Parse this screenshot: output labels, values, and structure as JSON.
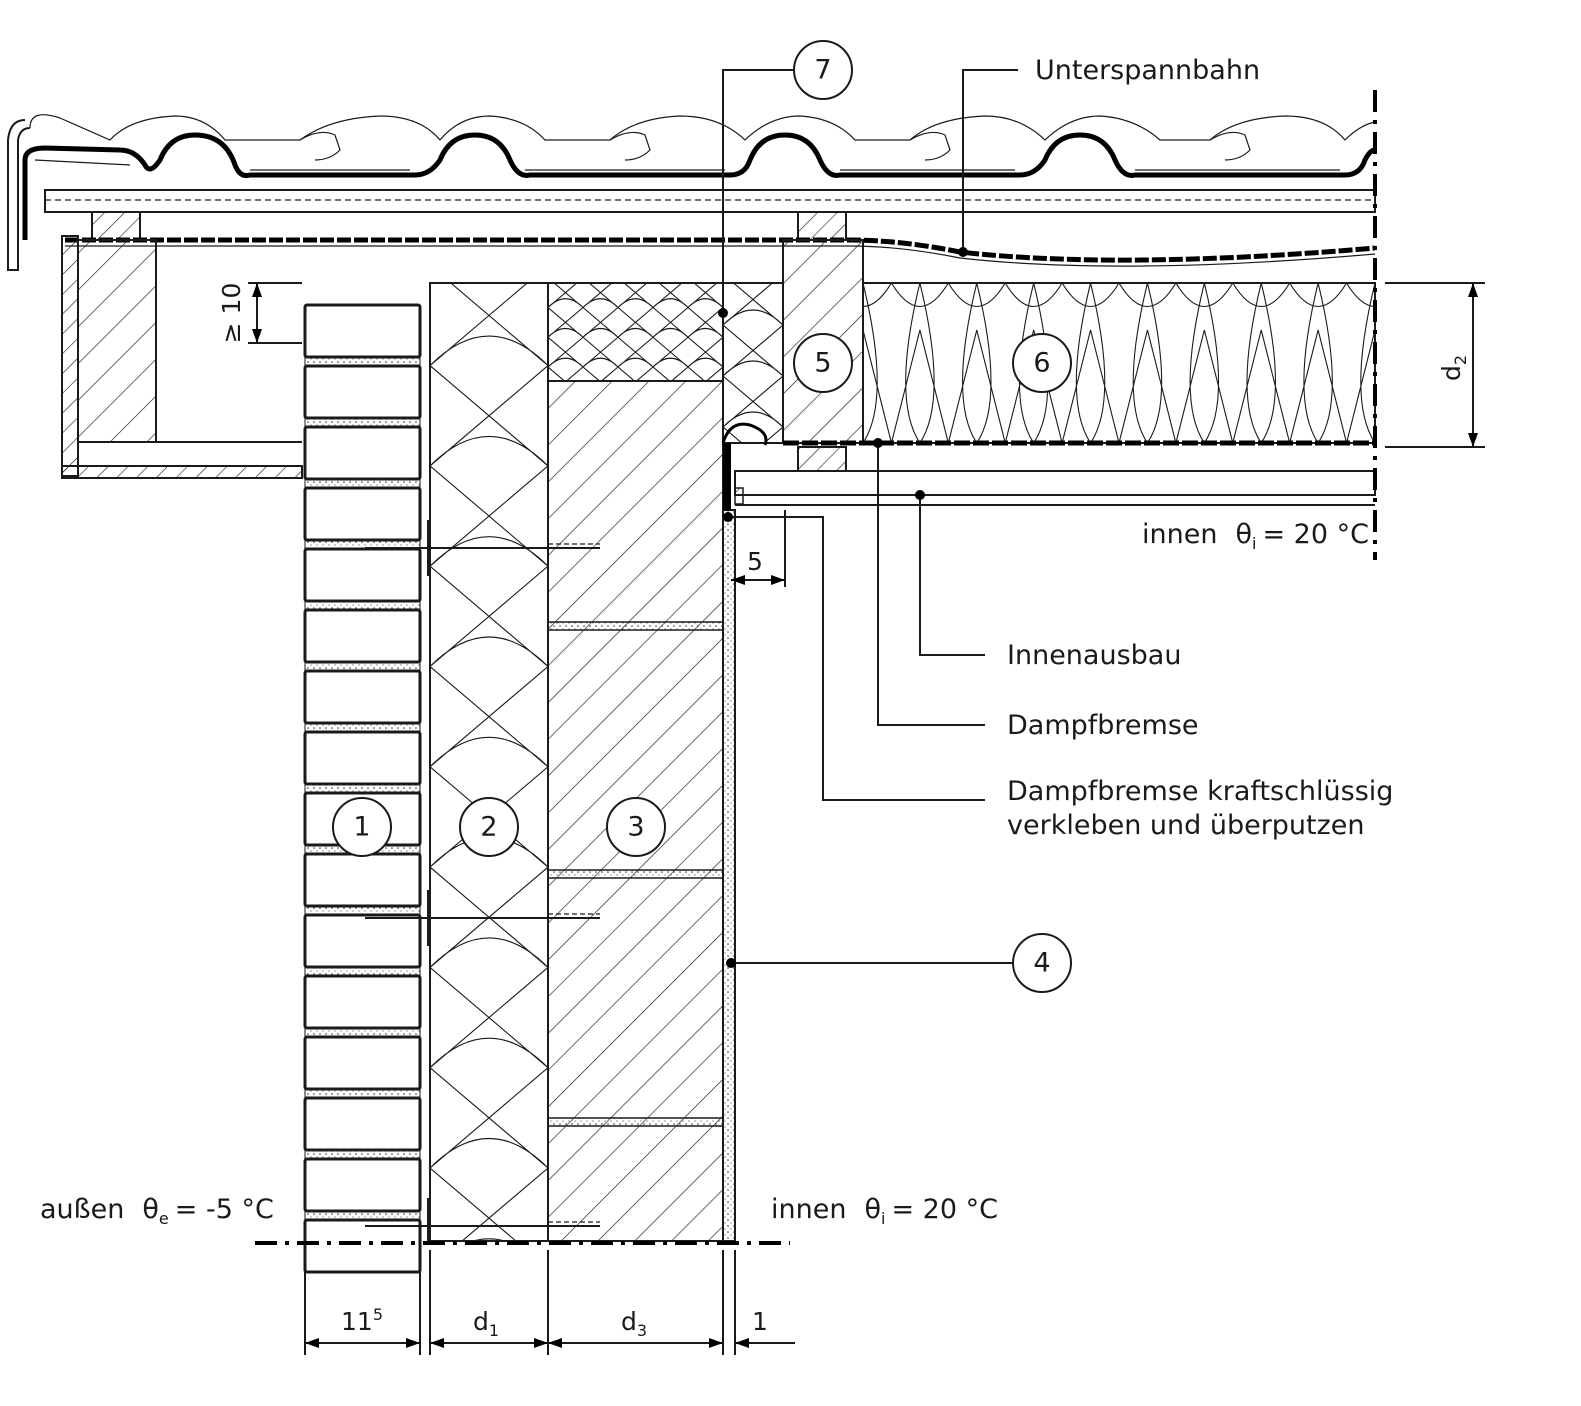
{
  "callouts": [
    {
      "id": "1",
      "label": "1"
    },
    {
      "id": "2",
      "label": "2"
    },
    {
      "id": "3",
      "label": "3"
    },
    {
      "id": "4",
      "label": "4"
    },
    {
      "id": "5",
      "label": "5"
    },
    {
      "id": "6",
      "label": "6"
    },
    {
      "id": "7",
      "label": "7"
    }
  ],
  "labels": {
    "unterspannbahn": "Unterspannbahn",
    "innenausbau": "Innenausbau",
    "dampfbremse": "Dampfbremse",
    "dampfbremse_verkleben_line1": "Dampfbremse kraftschlüssig",
    "dampfbremse_verkleben_line2": "verkleben und überputzen"
  },
  "temperatures": {
    "inside_upper": {
      "word": "innen",
      "symbol": "θ",
      "subscript": "i",
      "value": "= 20 °C"
    },
    "inside_lower": {
      "word": "innen",
      "symbol": "θ",
      "subscript": "i",
      "value": "= 20 °C"
    },
    "outside": {
      "word": "außen",
      "symbol": "θ",
      "subscript": "e",
      "value": "= -5 °C"
    }
  },
  "dimensions": {
    "brick": {
      "main": "11",
      "sup": "5"
    },
    "d1": {
      "main": "d",
      "sub": "1"
    },
    "d3": {
      "main": "d",
      "sub": "3"
    },
    "plaster": {
      "main": "1"
    },
    "d2": {
      "main": "d",
      "sub": "2"
    },
    "overlap": {
      "main": "5"
    },
    "gap": {
      "main": "≥ 10"
    }
  }
}
